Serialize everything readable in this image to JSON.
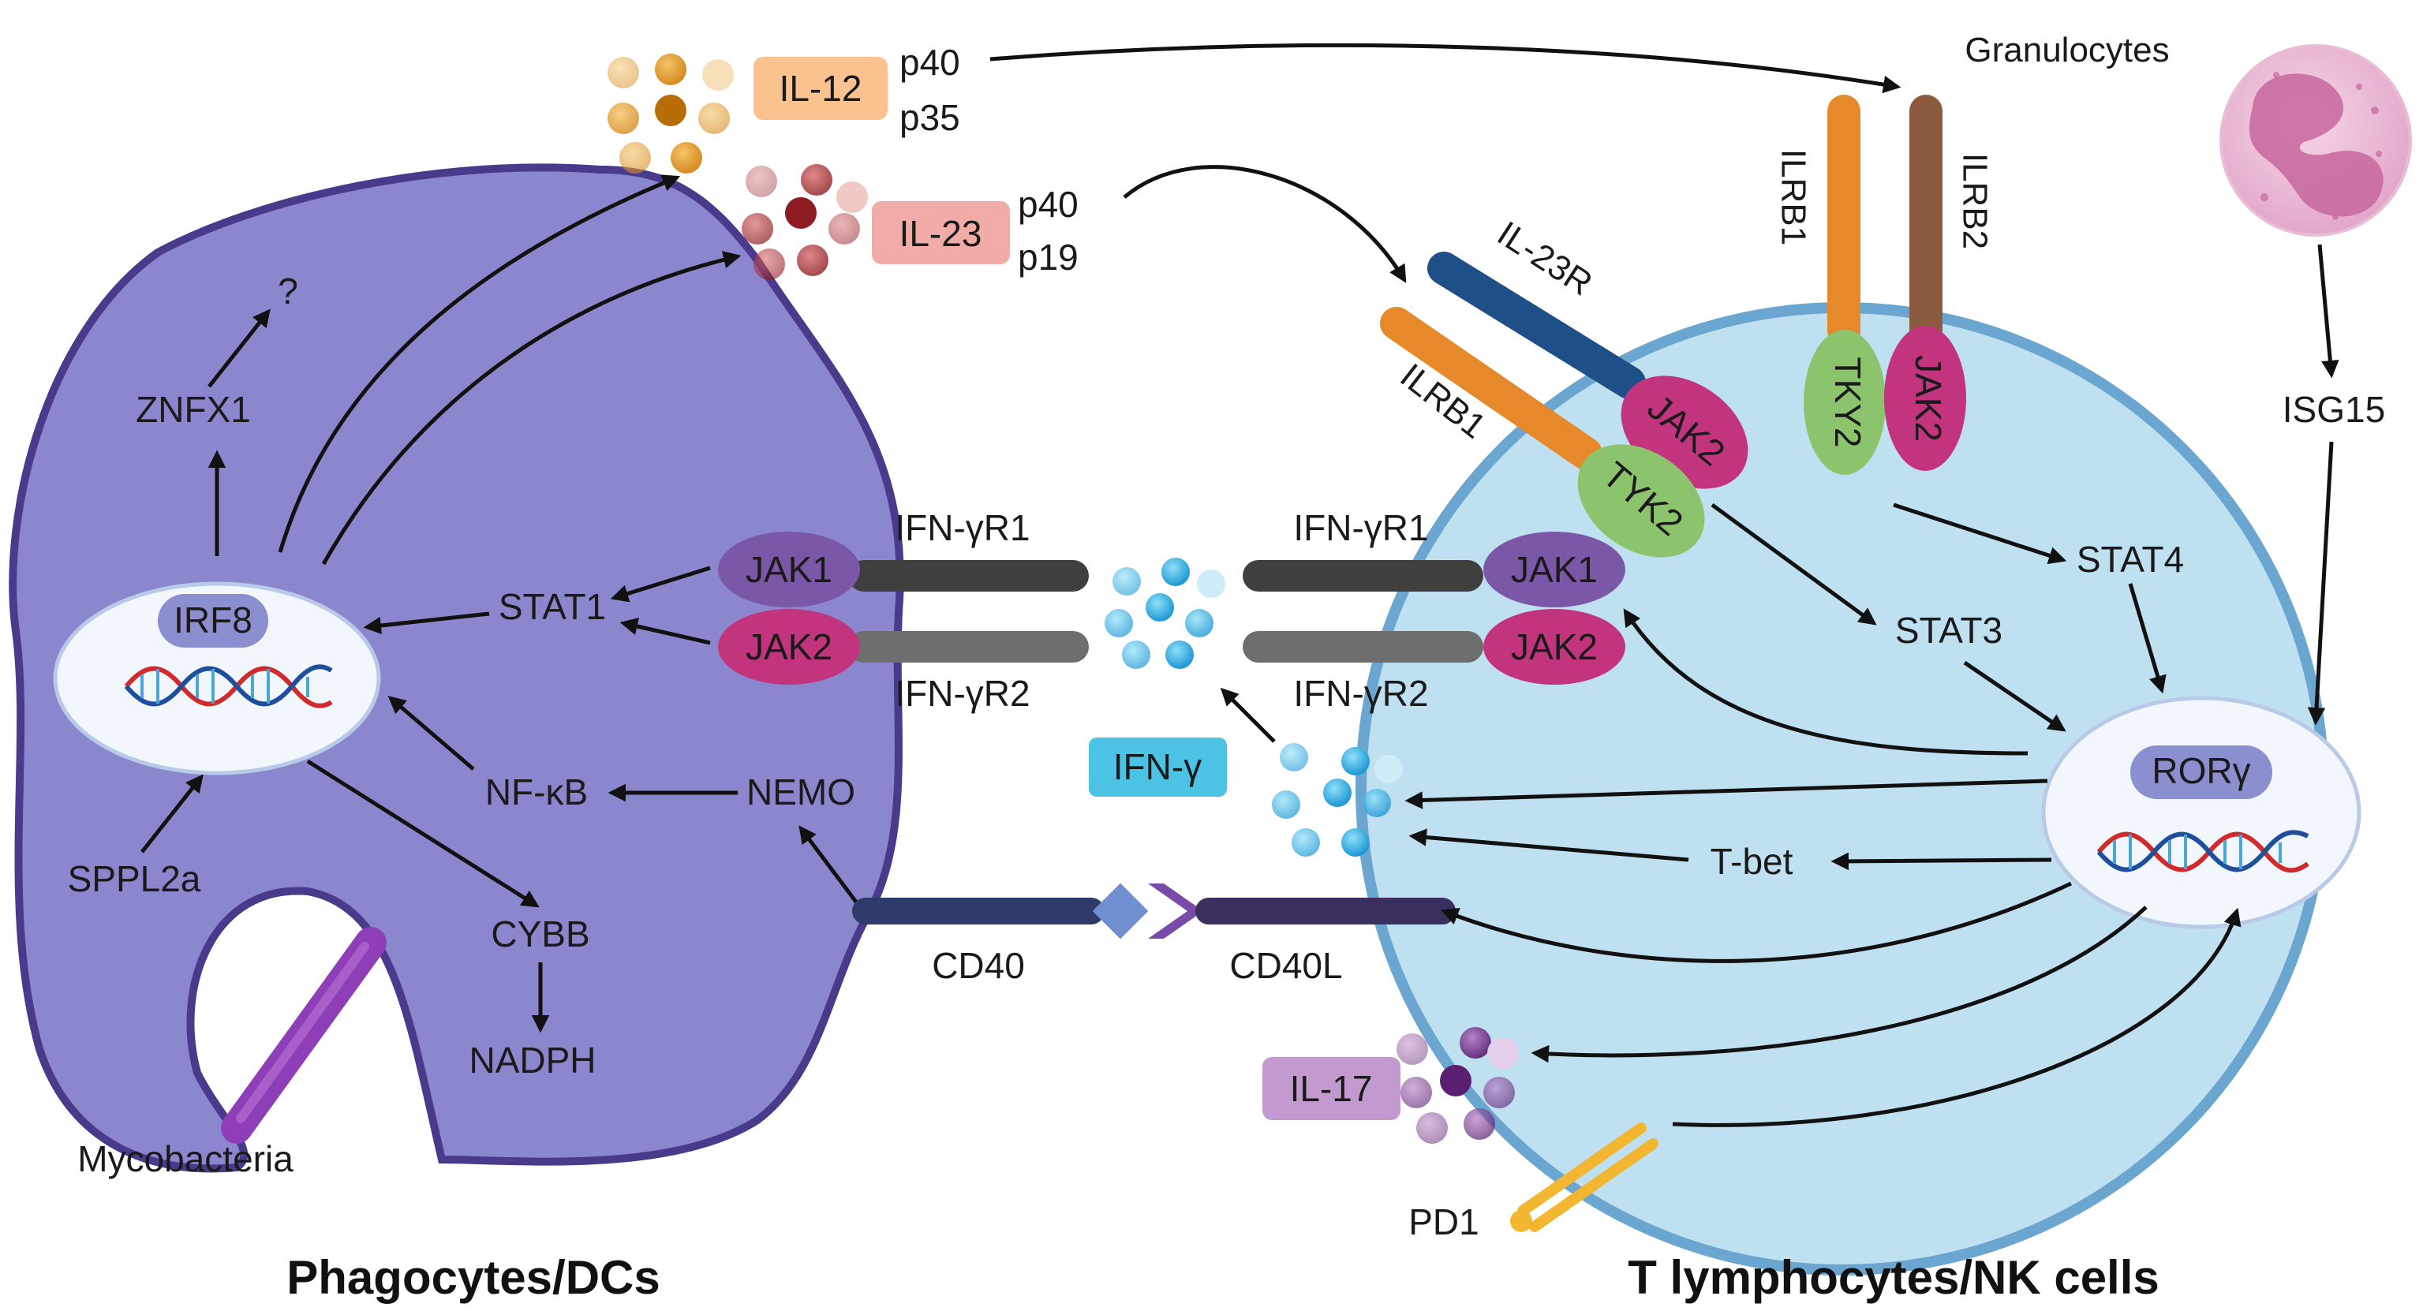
{
  "cells": {
    "left_title": "Phagocytes/DCs",
    "right_title": "T lymphocytes/NK cells",
    "granulocytes": "Granulocytes",
    "mycobacteria": "Mycobacteria"
  },
  "cytokines": {
    "il12": "IL-12",
    "il12_p40": "p40",
    "il12_p35": "p35",
    "il23": "IL-23",
    "il23_p40": "p40",
    "il23_p19": "p19",
    "ifng": "IFN-γ",
    "il17": "IL-17"
  },
  "receptors": {
    "ifngr1_left": "IFN-γR1",
    "ifngr2_left": "IFN-γR2",
    "ifngr1_right": "IFN-γR1",
    "ifngr2_right": "IFN-γR2",
    "il23r": "IL-23R",
    "ilrb1_mid": "ILRB1",
    "ilrb1_top": "ILRB1",
    "ilrb2_top": "ILRB2",
    "cd40": "CD40",
    "cd40l": "CD40L",
    "pd1": "PD1"
  },
  "kinases": {
    "jak1_left": "JAK1",
    "jak2_left": "JAK2",
    "jak1_right": "JAK1",
    "jak2_right": "JAK2",
    "jak2_il23": "JAK2",
    "tyk2_il23": "TYK2",
    "tky2_top": "TKY2",
    "jak2_top": "JAK2"
  },
  "signals": {
    "irf8": "IRF8",
    "stat1": "STAT1",
    "nfkb": "NF-κB",
    "nemo": "NEMO",
    "znfx1": "ZNFX1",
    "question": "?",
    "sppl2a": "SPPL2a",
    "cybb": "CYBB",
    "nadph": "NADPH",
    "rorg": "RORγ",
    "stat3": "STAT3",
    "stat4": "STAT4",
    "tbet": "T-bet",
    "isg15": "ISG15"
  },
  "colors": {
    "phagocyte": "#8b87cf",
    "phagocyte_border": "#4a3a8c",
    "tcell": "#bfe0f0",
    "tcell_border": "#6aa6cf",
    "jak1": "#7b57a8",
    "jak2": "#c2347e",
    "tyk2": "#8cc46d",
    "il12_tag": "#f9c28f",
    "il23_tag": "#f2aca7",
    "il17_tag": "#c39ad0",
    "ifng_tag": "#4cc2e5",
    "il23r": "#1e4f86",
    "ilrb1": "#e6892a",
    "ilrb2": "#8c5a3e"
  }
}
